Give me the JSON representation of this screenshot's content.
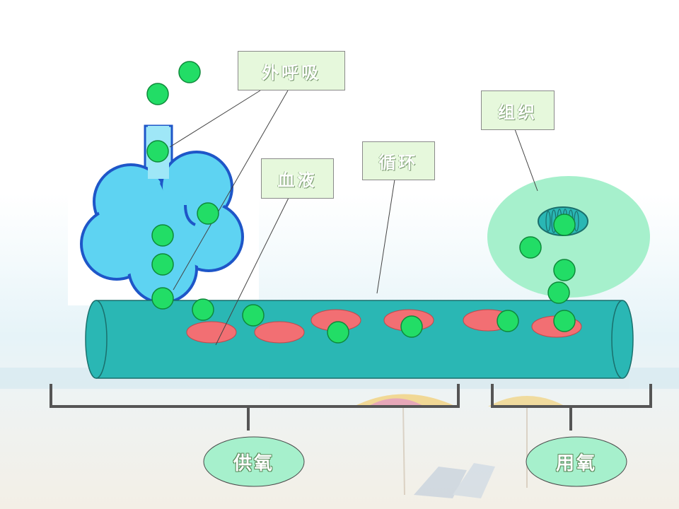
{
  "labels": {
    "external_respiration": "外呼吸",
    "tissue": "组织",
    "circulation": "循环",
    "blood": "血液",
    "oxygen_supply": "供氧",
    "oxygen_use": "用氧"
  },
  "colors": {
    "vessel": "#2ab7b4",
    "lung": "#5ed3f2",
    "tissue_cell": "#a6f0cc",
    "red_cell": "#f26f73",
    "oxygen": "#22dd66",
    "label_box": "#e6f8dc"
  }
}
